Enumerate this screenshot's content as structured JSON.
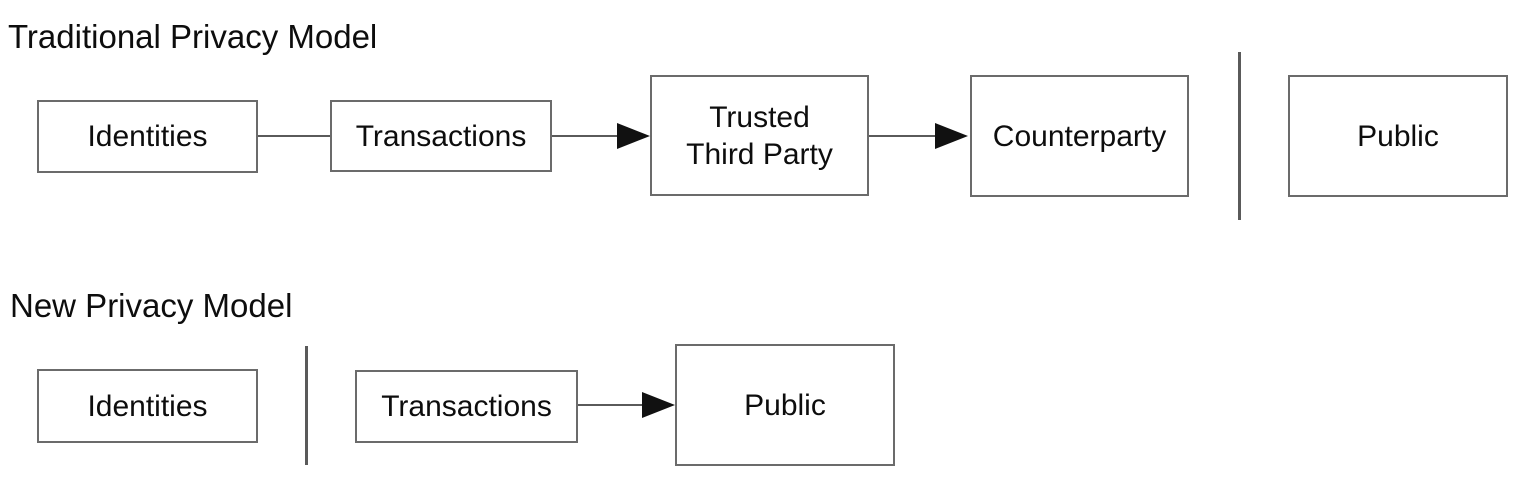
{
  "diagram": {
    "background": "#ffffff",
    "colors": {
      "box_border": "#6b6b6b",
      "connector_line": "#5a5a5a",
      "arrowhead": "#111111",
      "text": "#0d0d0d"
    },
    "sections": [
      {
        "title": "Traditional Privacy Model",
        "boxes": [
          {
            "label": "Identities"
          },
          {
            "label": "Transactions"
          },
          {
            "label": "Trusted\nThird Party"
          },
          {
            "label": "Counterparty"
          },
          {
            "label": "Public"
          }
        ],
        "connections": [
          {
            "from": "Identities",
            "to": "Transactions",
            "type": "line"
          },
          {
            "from": "Transactions",
            "to": "Trusted Third Party",
            "type": "arrow"
          },
          {
            "from": "Trusted Third Party",
            "to": "Counterparty",
            "type": "arrow"
          }
        ],
        "divider_between": [
          "Counterparty",
          "Public"
        ]
      },
      {
        "title": "New Privacy Model",
        "boxes": [
          {
            "label": "Identities"
          },
          {
            "label": "Transactions"
          },
          {
            "label": "Public"
          }
        ],
        "connections": [
          {
            "from": "Transactions",
            "to": "Public",
            "type": "arrow"
          }
        ],
        "divider_between": [
          "Identities",
          "Transactions"
        ]
      }
    ]
  }
}
